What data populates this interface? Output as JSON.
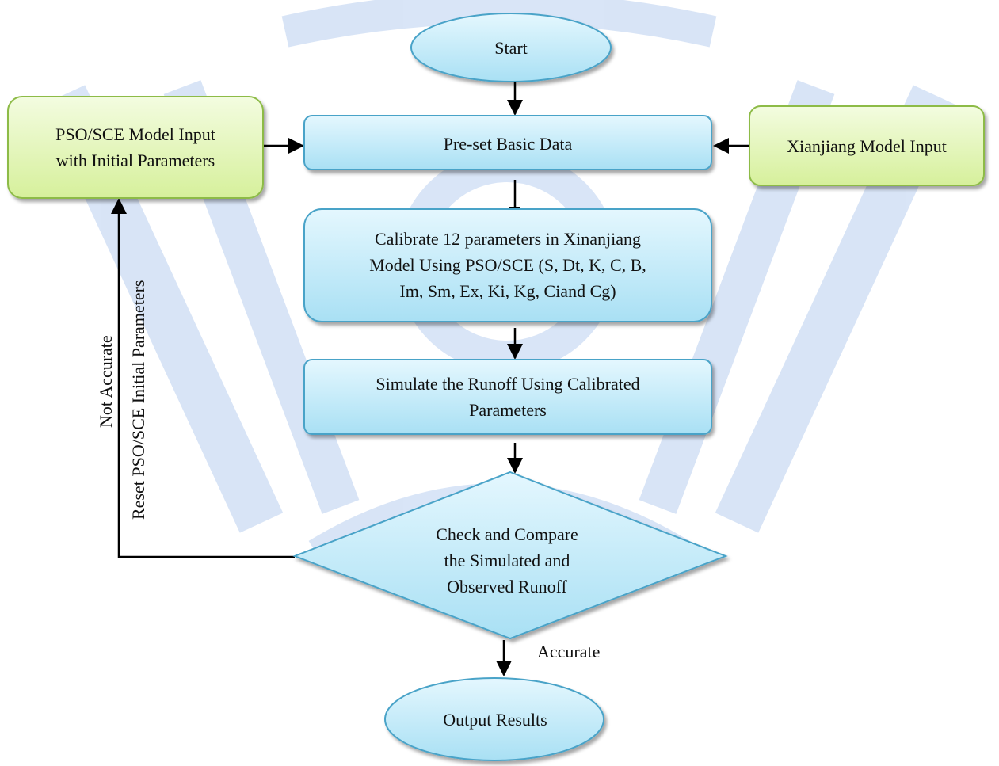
{
  "nodes": {
    "start": "Start",
    "preset": "Pre-set Basic Data",
    "pso_input": "PSO/SCE Model Input\nwith Initial Parameters",
    "xj_input": "Xianjiang Model Input",
    "calibrate": "Calibrate 12 parameters in Xinanjiang\nModel Using PSO/SCE (S, Dt, K, C, B,\nIm, Sm, Ex, Ki, Kg, Ciand  Cg)",
    "simulate": "Simulate the Runoff Using Calibrated\nParameters",
    "check": "Check and Compare\nthe Simulated and\nObserved Runoff",
    "output": "Output Results"
  },
  "labels": {
    "accurate": "Accurate",
    "not_accurate": "Not Accurate",
    "reset": "Reset  PSO/SCE Initial Parameters"
  },
  "colors": {
    "blue_fill": "#c5ecfa",
    "blue_stroke": "#4aa3c8",
    "green_fill": "#e6f7c2",
    "green_stroke": "#8dbb46",
    "line": "#000000",
    "watermark": "#2e6fd1"
  }
}
